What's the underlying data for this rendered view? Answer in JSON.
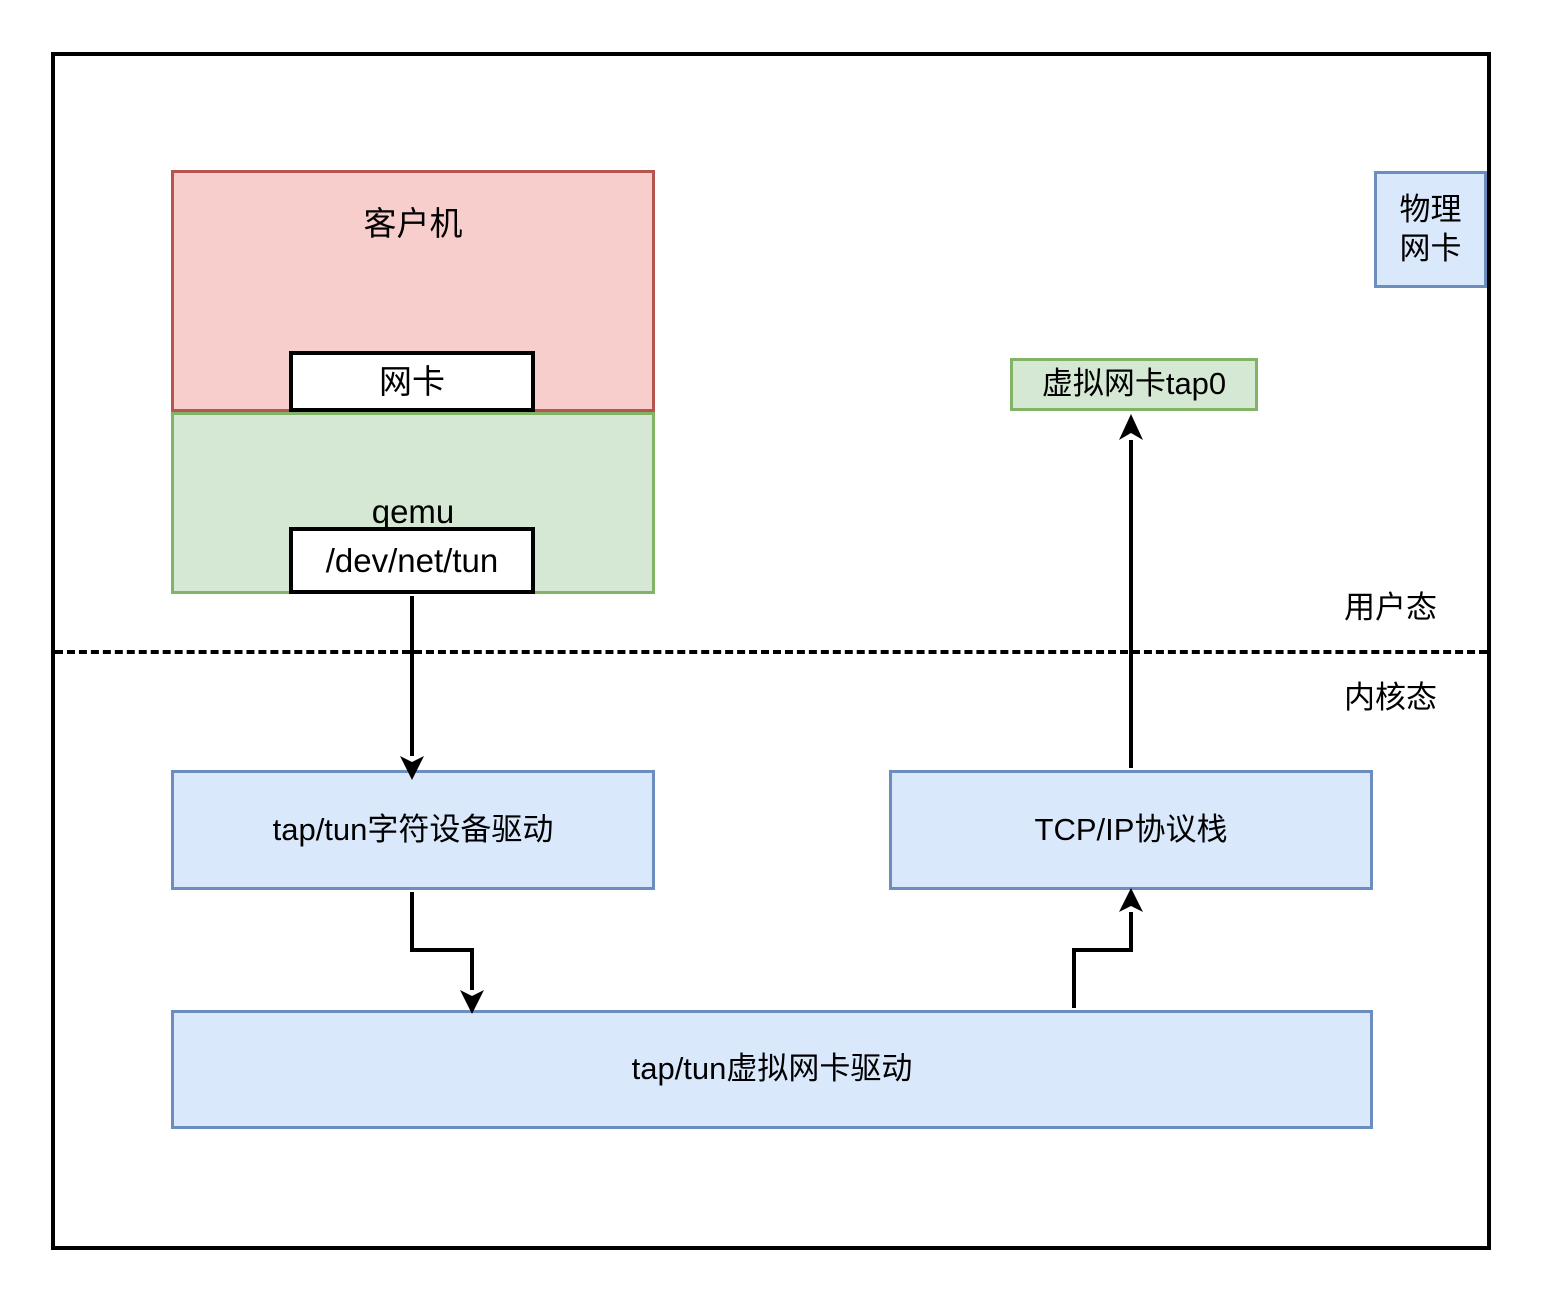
{
  "diagram": {
    "title_present": false,
    "outer_frame": {
      "name": "host-machine-frame"
    },
    "mode_labels": {
      "user_mode": "用户态",
      "kernel_mode": "内核态"
    },
    "boxes": {
      "guest": {
        "label": "客户机",
        "fill": "#f8cecc",
        "stroke": "#b85450"
      },
      "guest_nic": {
        "label": "网卡",
        "fill": "#ffffff",
        "stroke": "#000000"
      },
      "qemu": {
        "label": "qemu",
        "fill": "#d5e8d4",
        "stroke": "#82b366"
      },
      "dev_net_tun": {
        "label": "/dev/net/tun",
        "fill": "#ffffff",
        "stroke": "#000000"
      },
      "tap0": {
        "label": "虚拟网卡tap0",
        "fill": "#d5e8d4",
        "stroke": "#82b366"
      },
      "physical_nic_line1": "物理",
      "physical_nic_line2": "网卡",
      "physical_nic": {
        "label": "物理网卡",
        "fill": "#dae8fc",
        "stroke": "#6c8ebf"
      },
      "char_device_driver": {
        "label": "tap/tun字符设备驱动",
        "fill": "#dae8fc",
        "stroke": "#6c8ebf"
      },
      "tcpip_stack": {
        "label": "TCP/IP协议栈",
        "fill": "#dae8fc",
        "stroke": "#6c8ebf"
      },
      "virtual_nic_driver": {
        "label": "tap/tun虚拟网卡驱动",
        "fill": "#dae8fc",
        "stroke": "#6c8ebf"
      }
    },
    "connectors": [
      {
        "name": "devnettun-to-chardriver",
        "from": "/dev/net/tun",
        "to": "tap/tun字符设备驱动",
        "style": "straight-down-arrow"
      },
      {
        "name": "chardriver-to-vnicdriver",
        "from": "tap/tun字符设备驱动",
        "to": "tap/tun虚拟网卡驱动",
        "style": "elbow-down-arrow"
      },
      {
        "name": "vnicdriver-to-tcpip",
        "from": "tap/tun虚拟网卡驱动",
        "to": "TCP/IP协议栈",
        "style": "elbow-up-arrow"
      },
      {
        "name": "tcpip-to-tap0",
        "from": "TCP/IP协议栈",
        "to": "虚拟网卡tap0",
        "style": "straight-up-arrow"
      }
    ],
    "colors": {
      "red_fill": "#f8cecc",
      "red_stroke": "#b85450",
      "green_fill": "#d5e8d4",
      "green_stroke": "#82b366",
      "blue_fill": "#dae8fc",
      "blue_stroke": "#6c8ebf",
      "line": "#000000"
    }
  }
}
